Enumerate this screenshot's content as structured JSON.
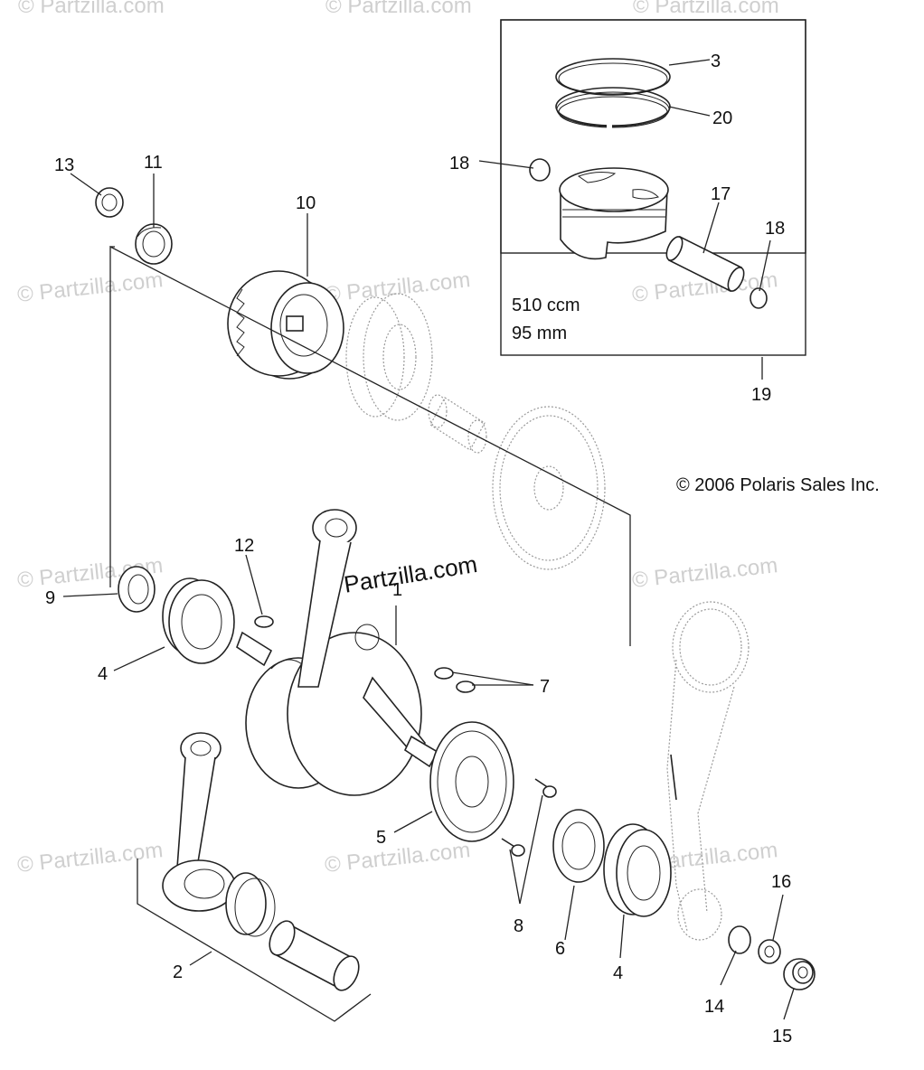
{
  "watermarks": {
    "tl": "© Partzilla.com",
    "tc": "© Partzilla.com",
    "tr": "© Partzilla.com",
    "ml": "© Partzilla.com",
    "mc": "© Partzilla.com",
    "mr": "© Partzilla.com",
    "ll": "© Partzilla.com",
    "lm": "© Partzilla.com",
    "lr": "© Partzilla.com",
    "bl": "© Partzilla.com",
    "bc": "© Partzilla.com",
    "br": "© Partzilla.com",
    "center": "© Partzilla.com"
  },
  "piston_kit": {
    "displacement": "510 ccm",
    "bore": "95 mm"
  },
  "copyright": "© 2006 Polaris Sales Inc.",
  "callouts": {
    "c1": "1",
    "c2": "2",
    "c3": "3",
    "c4a": "4",
    "c4b": "4",
    "c5": "5",
    "c6": "6",
    "c7": "7",
    "c8": "8",
    "c9": "9",
    "c10": "10",
    "c11": "11",
    "c12": "12",
    "c13": "13",
    "c14": "14",
    "c15": "15",
    "c16": "16",
    "c17": "17",
    "c18a": "18",
    "c18b": "18",
    "c19": "19",
    "c20": "20"
  }
}
